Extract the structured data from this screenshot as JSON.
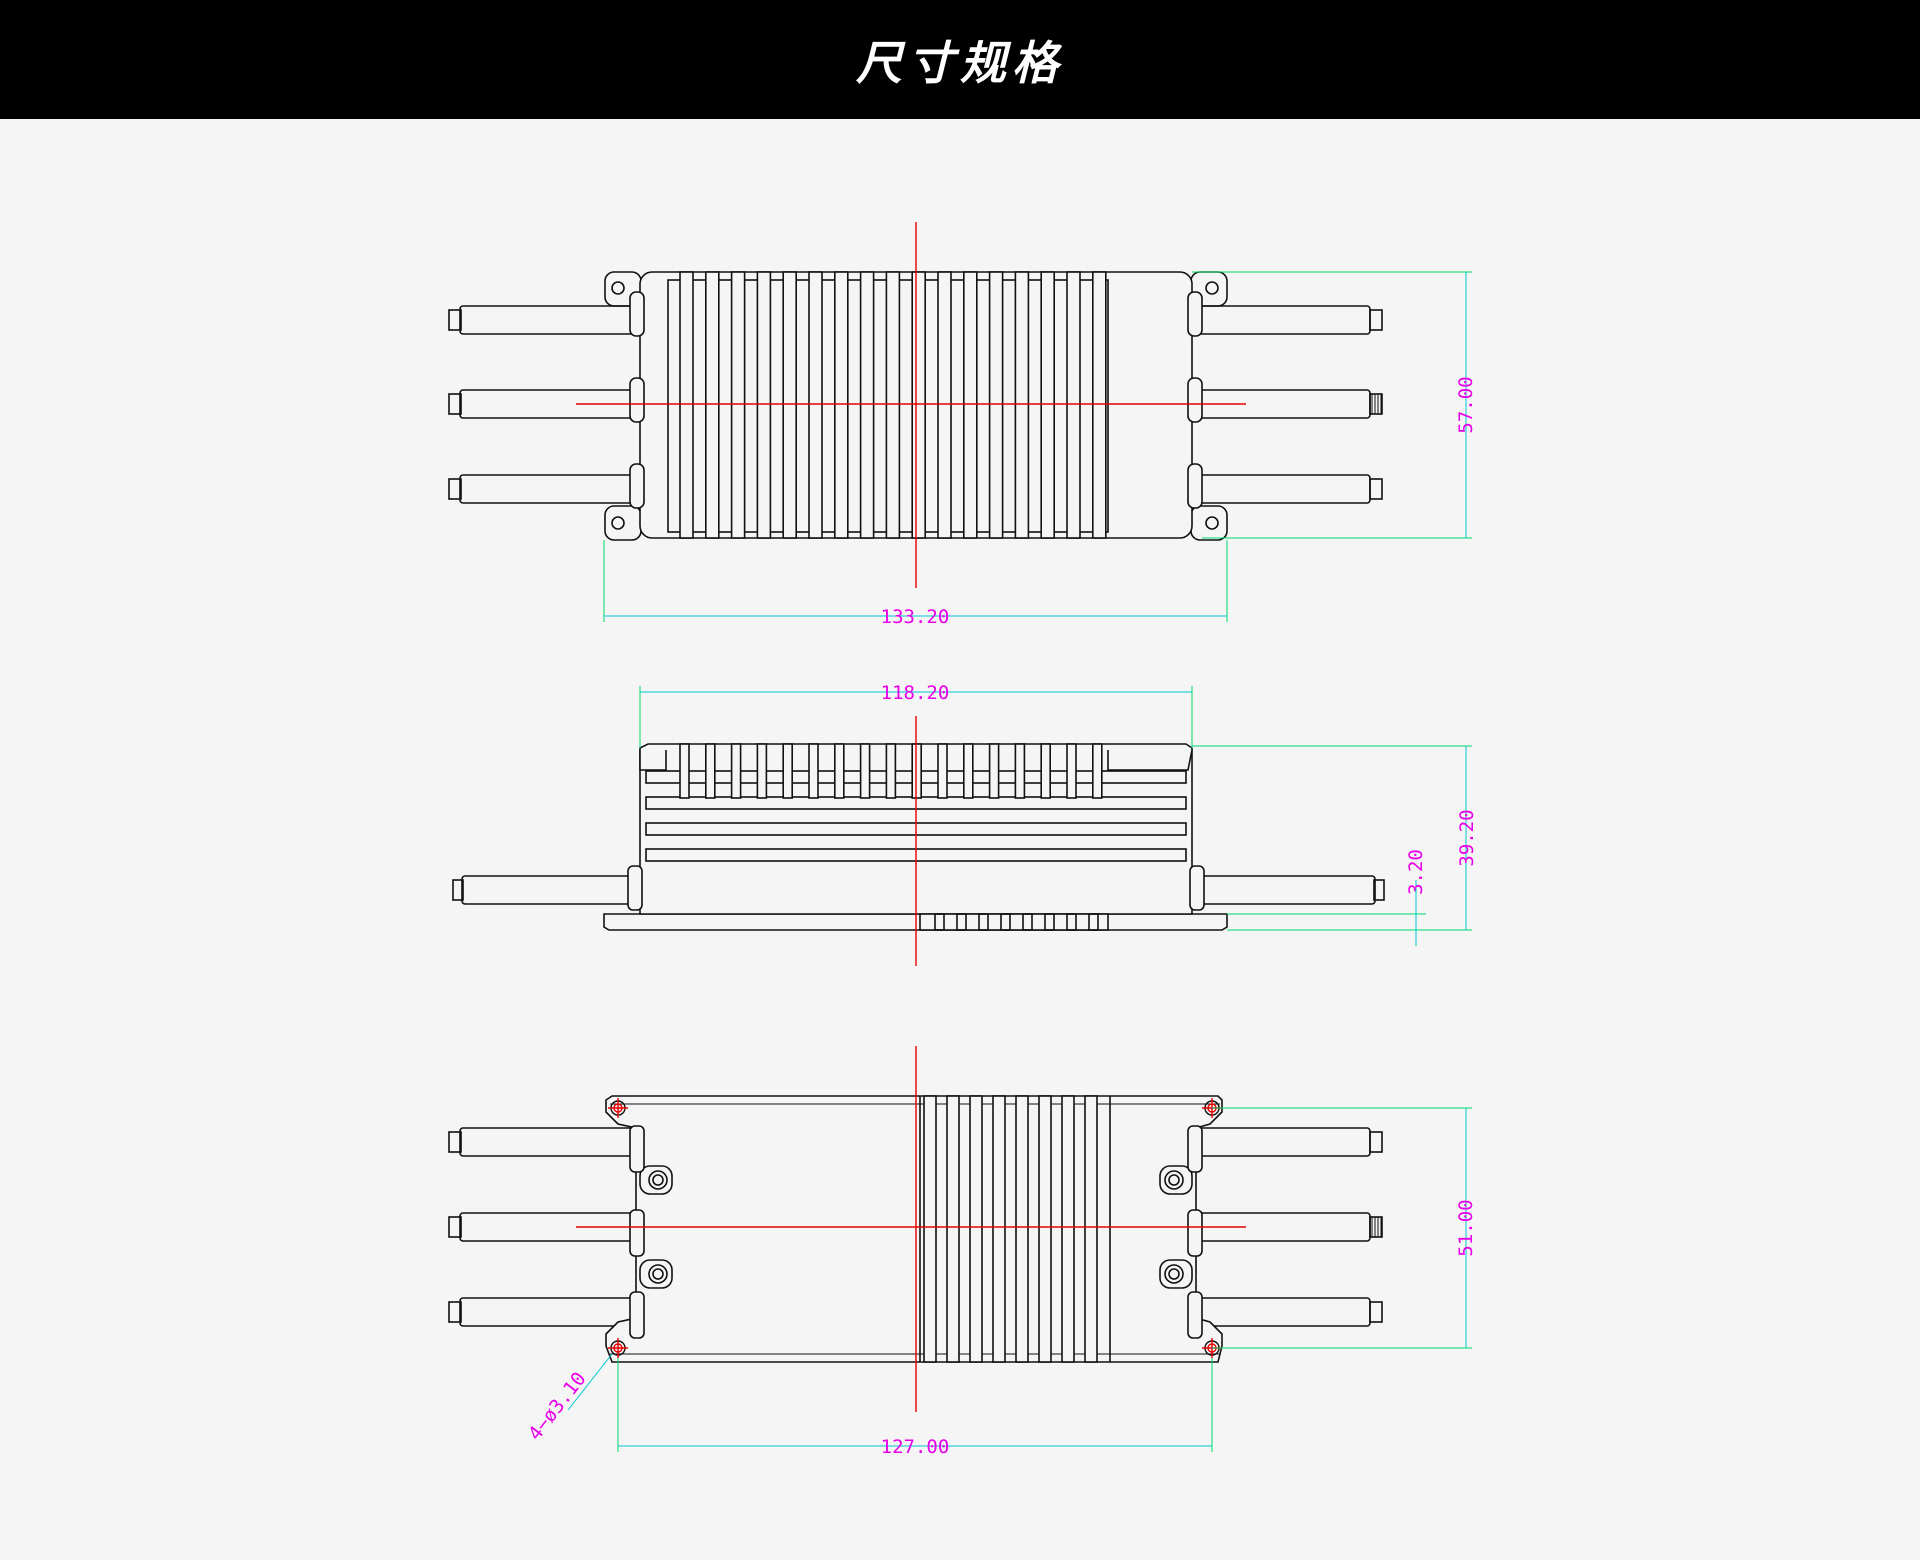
{
  "header": {
    "title": "尺寸规格"
  },
  "colors": {
    "background": "#f5f5f5",
    "header_bg": "#000000",
    "header_text": "#ffffff",
    "outline": "#111111",
    "centerline": "#e60000",
    "dimension_line": "#00d86a",
    "dimension_extension": "#00c8d0",
    "dimension_text": "#e800e8"
  },
  "dimensions": {
    "top_width": "133.20",
    "top_height": "57.00",
    "side_width": "118.20",
    "side_height": "39.20",
    "side_base": "3.20",
    "bottom_hole_span": "127.00",
    "bottom_height": "51.00",
    "hole_spec": "4−ø3.10"
  }
}
